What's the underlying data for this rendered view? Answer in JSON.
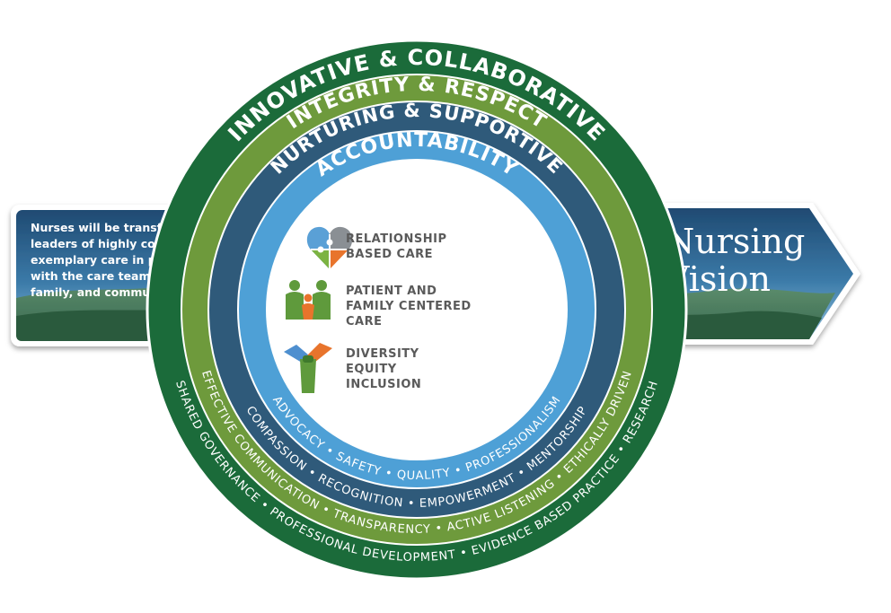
{
  "banner": {
    "mission_lines": [
      "Nurses will be transformational",
      "leaders of highly coordinated,",
      "exemplary care in partnership",
      "with the care team, patient,",
      "family, and community."
    ],
    "vision_lines": [
      "Nursing",
      "Vision"
    ]
  },
  "rings": {
    "outer": {
      "title": "INNOVATIVE & COLLABORATIVE",
      "values": "SHARED GOVERNANCE • PROFESSIONAL DEVELOPMENT • EVIDENCE BASED PRACTICE • RESEARCH",
      "color": "#1b6b3a"
    },
    "second": {
      "title": "INTEGRITY & RESPECT",
      "values": "EFFECTIVE COMMUNICATION • TRANSPARENCY • ACTIVE LISTENING • ETHICALLY DRIVEN",
      "color": "#6e9a3c"
    },
    "third": {
      "title": "NURTURING & SUPPORTIVE",
      "values": "COMPASSION • RECOGNITION • EMPOWERMENT • MENTORSHIP",
      "color": "#2f5a7a"
    },
    "inner": {
      "title": "ACCOUNTABILITY",
      "values": "ADVOCACY • SAFETY • QUALITY • PROFESSIONALISM",
      "color": "#4ea0d6"
    }
  },
  "pillars": [
    {
      "icon": "puzzle-heart-icon",
      "lines": [
        "RELATIONSHIP",
        "BASED CARE"
      ]
    },
    {
      "icon": "family-icon",
      "lines": [
        "PATIENT AND",
        "FAMILY CENTERED",
        "CARE"
      ]
    },
    {
      "icon": "clasped-hands-icon",
      "lines": [
        "DIVERSITY",
        "EQUITY",
        "INCLUSION"
      ]
    }
  ]
}
